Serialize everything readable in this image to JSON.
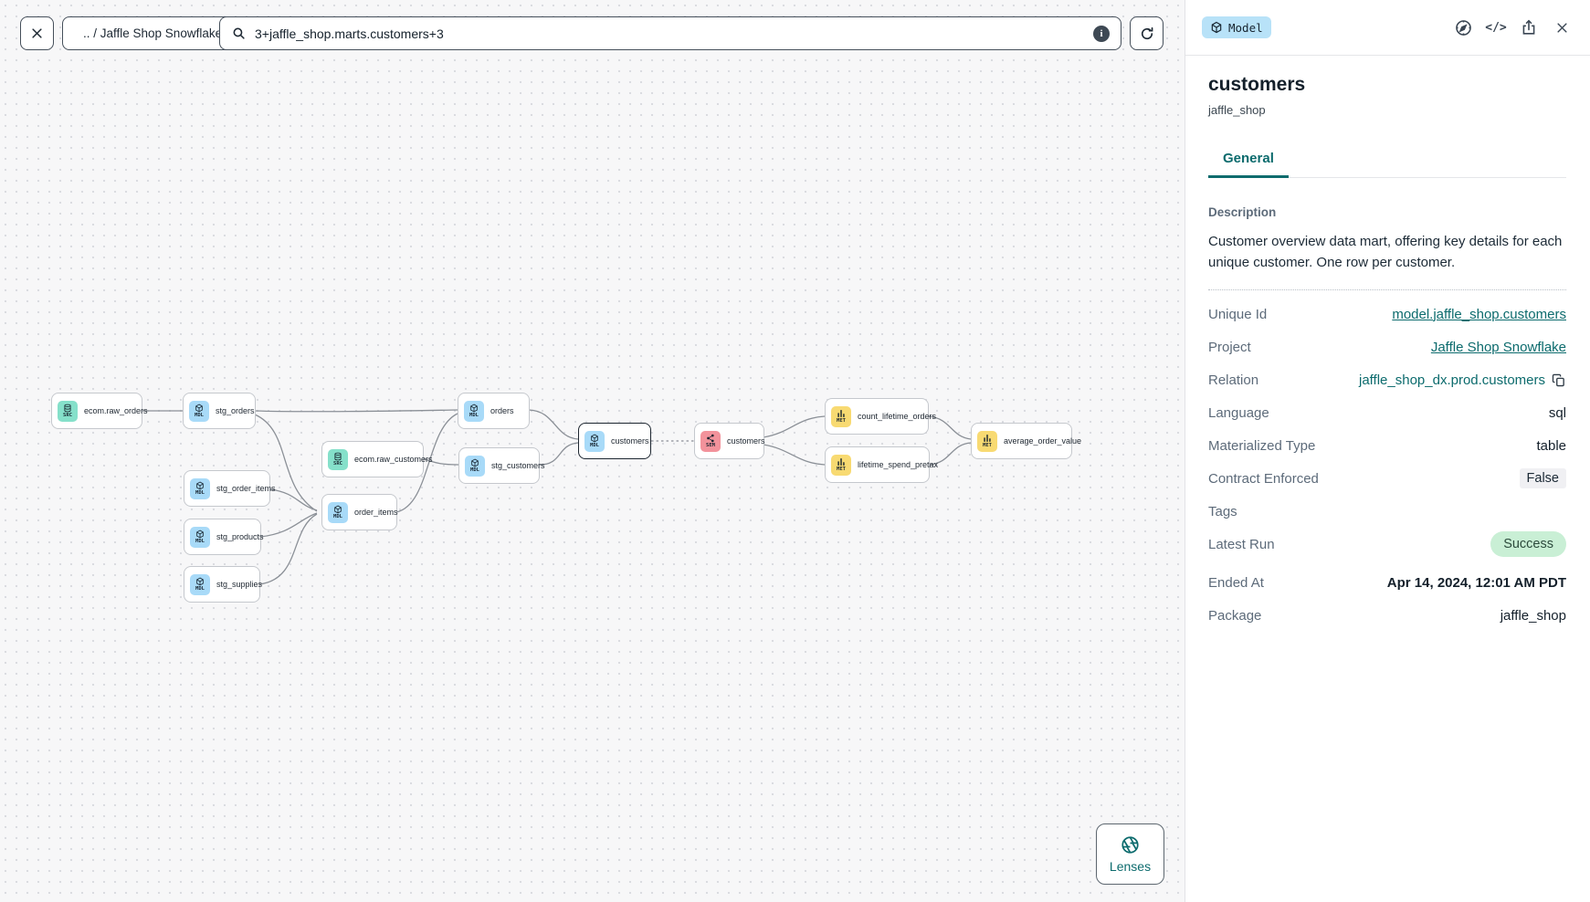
{
  "toolbar": {
    "breadcrumb": ".. / Jaffle Shop Snowflake",
    "search_value": "3+jaffle_shop.marts.customers+3"
  },
  "canvas": {
    "lenses_label": "Lenses"
  },
  "graph": {
    "nodes": [
      {
        "label": "ecom.raw_orders",
        "badge": "SRC",
        "type": "source"
      },
      {
        "label": "stg_orders",
        "badge": "MDL",
        "type": "model"
      },
      {
        "label": "ecom.raw_customers",
        "badge": "SRC",
        "type": "source"
      },
      {
        "label": "stg_order_items",
        "badge": "MDL",
        "type": "model"
      },
      {
        "label": "stg_products",
        "badge": "MDL",
        "type": "model"
      },
      {
        "label": "stg_supplies",
        "badge": "MDL",
        "type": "model"
      },
      {
        "label": "order_items",
        "badge": "MDL",
        "type": "model"
      },
      {
        "label": "orders",
        "badge": "MDL",
        "type": "model"
      },
      {
        "label": "stg_customers",
        "badge": "MDL",
        "type": "model"
      },
      {
        "label": "customers",
        "badge": "MDL",
        "type": "model",
        "selected": true
      },
      {
        "label": "customers",
        "badge": "SEM",
        "type": "semantic_model"
      },
      {
        "label": "count_lifetime_orders",
        "badge": "MET",
        "type": "metric"
      },
      {
        "label": "lifetime_spend_pretax",
        "badge": "MET",
        "type": "metric"
      },
      {
        "label": "average_order_value",
        "badge": "MET",
        "type": "metric"
      }
    ]
  },
  "panel": {
    "type_badge": "Model",
    "title": "customers",
    "subtitle": "jaffle_shop",
    "tabs": [
      {
        "label": "General",
        "active": true
      }
    ],
    "description_label": "Description",
    "description": "Customer overview data mart, offering key details for each unique customer. One row per customer.",
    "fields": [
      {
        "label": "Unique Id",
        "value": "model.jaffle_shop.customers"
      },
      {
        "label": "Project",
        "value": "Jaffle Shop Snowflake"
      },
      {
        "label": "Relation",
        "value": "jaffle_shop_dx.prod.customers"
      },
      {
        "label": "Language",
        "value": "sql"
      },
      {
        "label": "Materialized Type",
        "value": "table"
      },
      {
        "label": "Contract Enforced",
        "value": "False"
      },
      {
        "label": "Tags",
        "value": ""
      },
      {
        "label": "Latest Run",
        "value": "Success"
      },
      {
        "label": "Ended At",
        "value": "Apr 14, 2024, 12:01 AM PDT"
      },
      {
        "label": "Package",
        "value": "jaffle_shop"
      }
    ]
  },
  "icons": {
    "code": "</>"
  },
  "colors": {
    "accent_teal": "#0c6b6d",
    "model_chip_bg": "#b8e2f8",
    "node_source": "#85e0ca",
    "node_model": "#a8daf8",
    "node_metric": "#f8da72",
    "node_semantic": "#f2929b",
    "success_bg": "#c9efd5",
    "false_chip_bg": "#f0f0f3",
    "edge": "#8b9097",
    "canvas_bg": "#f7f7f8"
  }
}
